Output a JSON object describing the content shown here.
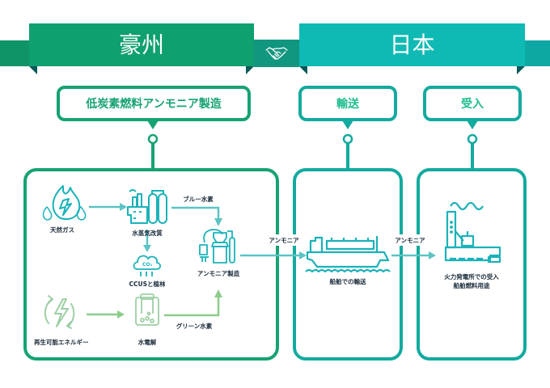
{
  "banner": {
    "left_title": "豪州",
    "right_title": "日本",
    "center_icon": "handshake-icon"
  },
  "colors": {
    "green": "#0f9d6e",
    "green_dark": "#0b7f59",
    "teal": "#10b5ad",
    "teal_dark": "#0c9c94",
    "flow_teal": "#5cc3c4",
    "flow_green": "#8ccc8a",
    "icon_teal": "#1ab2b9",
    "icon_green": "#9ccfa5",
    "text_dark": "#1a2b3a"
  },
  "stages": [
    {
      "id": "production",
      "title": "低炭素燃料アンモニア製造"
    },
    {
      "id": "transport",
      "title": "輸送"
    },
    {
      "id": "receiving",
      "title": "受入"
    }
  ],
  "nodes": {
    "natural_gas": {
      "label": "天然ガス",
      "icon": "flame-icon"
    },
    "steam_reforming": {
      "label": "水蒸気改質",
      "icon": "factory-icon"
    },
    "ccus": {
      "label": "CCUSと植林",
      "icon": "co2-cloud-icon",
      "icon_text": "CO₂"
    },
    "ammonia_production": {
      "label": "アンモニア製造",
      "icon": "chemical-plant-icon"
    },
    "renewable": {
      "label": "再生可能エネルギー",
      "icon": "renewable-lightning-icon"
    },
    "electrolysis": {
      "label": "水電解",
      "icon": "electrolysis-tank-icon"
    },
    "shipping": {
      "label": "船舶での輸送",
      "icon": "ship-icon"
    },
    "receiving": {
      "label_line1": "火力発電所での受入",
      "label_line2": "船舶燃料用途",
      "icon": "power-plant-icon"
    }
  },
  "flows": {
    "blue_hydrogen": "ブルー水素",
    "green_hydrogen": "グリーン水素",
    "ammonia_1": "アンモニア",
    "ammonia_2": "アンモニア"
  }
}
